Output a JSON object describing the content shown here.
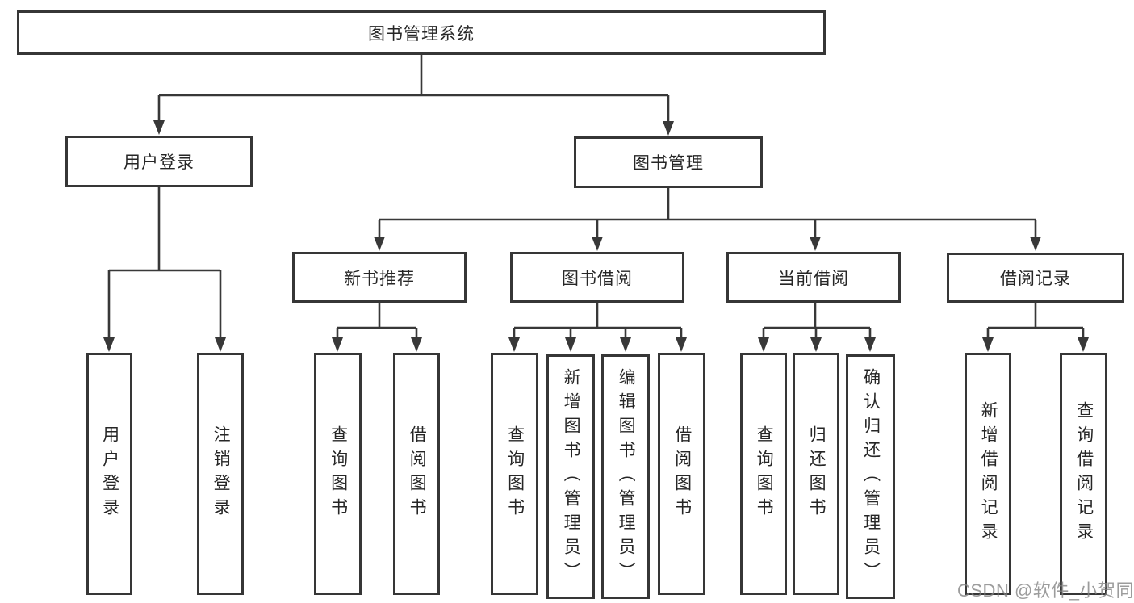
{
  "diagram": {
    "root": {
      "label": "图书管理系统"
    },
    "user_login": {
      "label": "用户登录",
      "children": [
        {
          "label": "用户登录"
        },
        {
          "label": "注销登录"
        }
      ]
    },
    "book_mgmt": {
      "label": "图书管理"
    },
    "new_book_rec": {
      "label": "新书推荐",
      "children": [
        {
          "label": "查询图书"
        },
        {
          "label": "借阅图书"
        }
      ]
    },
    "book_borrow": {
      "label": "图书借阅",
      "children": [
        {
          "label": "查询图书"
        },
        {
          "label": "新增图书（管理员）"
        },
        {
          "label": "编辑图书（管理员）"
        },
        {
          "label": "借阅图书"
        }
      ]
    },
    "current_borrow": {
      "label": "当前借阅",
      "children": [
        {
          "label": "查询图书"
        },
        {
          "label": "归还图书"
        },
        {
          "label": "确认归还（管理员）"
        }
      ]
    },
    "borrow_records": {
      "label": "借阅记录",
      "children": [
        {
          "label": "新增借阅记录"
        },
        {
          "label": "查询借阅记录"
        }
      ]
    }
  },
  "watermark": {
    "text": "CSDN @软件_小贺同学"
  },
  "colors": {
    "line": "#383838",
    "box_border": "#363636",
    "text": "#262626",
    "watermark": "#808080",
    "background": "#ffffff"
  }
}
